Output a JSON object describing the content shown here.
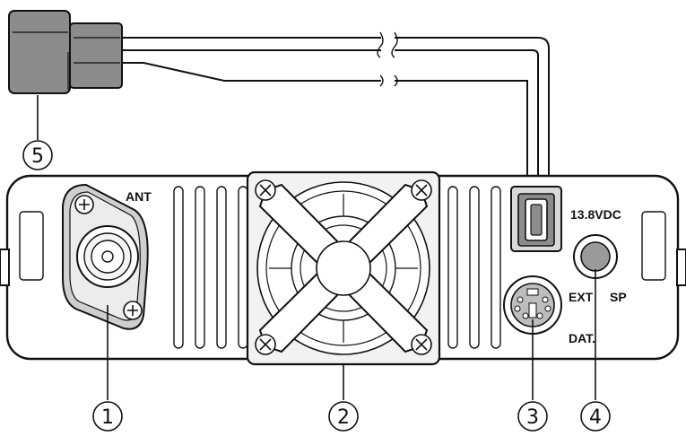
{
  "labels": {
    "ant": "ANT",
    "power": "13.8VDC",
    "ext_sp_left": "EXT",
    "ext_sp_right": "SP",
    "data": "DAT."
  },
  "callouts": {
    "c1": "1",
    "c2": "2",
    "c3": "3",
    "c4": "4",
    "c5": "5"
  },
  "colors": {
    "line": "#111111",
    "connector_fill": "#8c8c8c",
    "panel_shade": "#d9d9d9",
    "fan_frame": "#f2f2f2",
    "jack_fill": "#9a9a9a"
  }
}
